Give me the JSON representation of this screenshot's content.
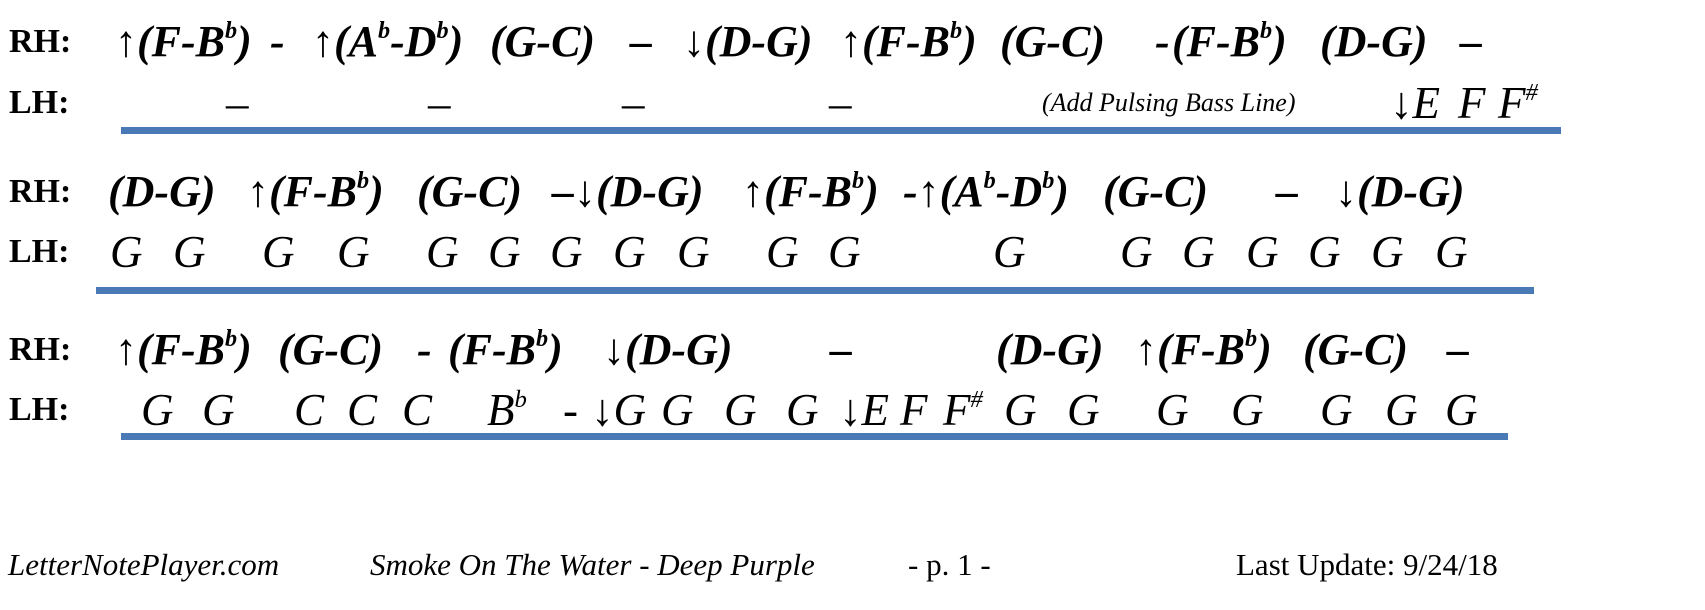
{
  "labels": {
    "rh": "RH:",
    "lh": "LH:"
  },
  "systems": [
    {
      "rh": [
        "↑(F-B♭)",
        "-",
        "↑(A♭-D♭)",
        "(G-C)",
        "–",
        "↓(D-G)",
        "↑(F-B♭)",
        "(G-C)",
        "-",
        "(F-B♭)",
        "(D-G)",
        "–"
      ],
      "lh": [
        "–",
        "–",
        "–",
        "–",
        "(Add Pulsing Bass Line)",
        "↓E",
        "F",
        "F♯"
      ]
    },
    {
      "rh": [
        "(D-G)",
        "↑(F-B♭)",
        "(G-C)",
        "–↓(D-G)",
        "↑(F-B♭)",
        "-↑(A♭-D♭)",
        "(G-C)",
        "–",
        "↓(D-G)"
      ],
      "lh": [
        "G",
        "G",
        "G",
        "G",
        "G",
        "G",
        "G",
        "G",
        "G",
        "G",
        "G",
        "G",
        "G",
        "G",
        "G",
        "G",
        "G",
        "G"
      ]
    },
    {
      "rh": [
        "↑(F-B♭)",
        "(G-C)",
        "-",
        "(F-B♭)",
        "↓(D-G)",
        "–",
        "(D-G)",
        "↑(F-B♭)",
        "(G-C)",
        "–"
      ],
      "lh": [
        "G",
        "G",
        "C",
        "C",
        "C",
        "B♭",
        "-",
        "↓G",
        "G",
        "G",
        "G",
        "↓E",
        "F",
        "F♯",
        "G",
        "G",
        "G",
        "G",
        "G",
        "G",
        "G"
      ]
    }
  ],
  "footer": {
    "site": "LetterNotePlayer.com",
    "song": "Smoke On The Water - Deep Purple",
    "page": "-  p.   1 -",
    "updated": "Last Update: 9/24/18"
  }
}
